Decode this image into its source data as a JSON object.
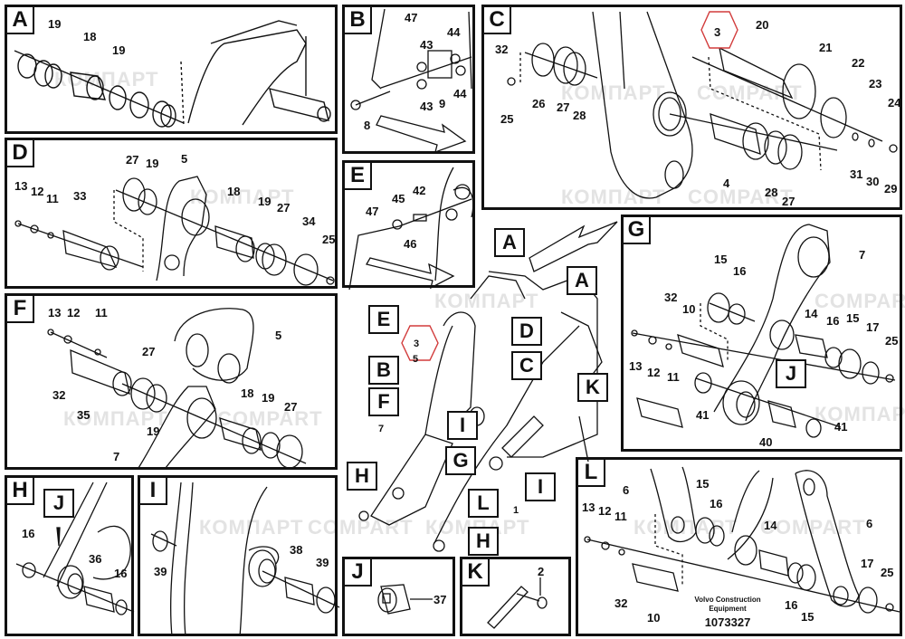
{
  "watermark": {
    "text_a": "КОМПАРТ",
    "text_b": "COMPART"
  },
  "panels": {
    "A": {
      "label": "A",
      "callouts": [
        "19",
        "18",
        "19"
      ]
    },
    "B": {
      "label": "B",
      "callouts": [
        "47",
        "43",
        "44",
        "43",
        "9",
        "44",
        "8"
      ]
    },
    "C": {
      "label": "C",
      "callouts": [
        "32",
        "26",
        "27",
        "28",
        "25",
        "3",
        "20",
        "21",
        "22",
        "23",
        "24",
        "4",
        "31",
        "30",
        "29",
        "28",
        "27"
      ]
    },
    "D": {
      "label": "D",
      "callouts": [
        "13",
        "12",
        "11",
        "33",
        "27",
        "19",
        "5",
        "18",
        "19",
        "27",
        "34",
        "25"
      ]
    },
    "E": {
      "label": "E",
      "callouts": [
        "47",
        "45",
        "42",
        "46"
      ]
    },
    "F": {
      "label": "F",
      "callouts": [
        "13",
        "12",
        "11",
        "5",
        "32",
        "35",
        "27",
        "19",
        "18",
        "19",
        "27",
        "7"
      ]
    },
    "G": {
      "label": "G",
      "callouts": [
        "7",
        "15",
        "16",
        "32",
        "10",
        "13",
        "12",
        "11",
        "14",
        "16",
        "15",
        "17",
        "25",
        "J",
        "41",
        "40",
        "41"
      ]
    },
    "H": {
      "label": "H",
      "callouts": [
        "J",
        "16",
        "36",
        "16"
      ]
    },
    "I": {
      "label": "I",
      "callouts": [
        "39",
        "38",
        "39"
      ]
    },
    "J": {
      "label": "J",
      "callouts": [
        "37"
      ]
    },
    "K": {
      "label": "K",
      "callouts": [
        "2"
      ]
    },
    "L": {
      "label": "L",
      "callouts": [
        "6",
        "15",
        "16",
        "13",
        "12",
        "11",
        "14",
        "6",
        "32",
        "10",
        "16",
        "15",
        "17",
        "25"
      ]
    }
  },
  "overview": {
    "boxes": [
      "A",
      "A",
      "E",
      "D",
      "B",
      "C",
      "K",
      "F",
      "I",
      "G",
      "I",
      "H",
      "L",
      "H"
    ],
    "hex_label": "3",
    "numbers": [
      "5",
      "7",
      "1"
    ]
  },
  "footer": {
    "company": "Volvo Construction",
    "company_line2": "Equipment",
    "drawing_number": "1073327"
  },
  "colors": {
    "hex_outline": "#d23c3c",
    "ink": "#111111",
    "watermark": "#e3e3e3"
  }
}
